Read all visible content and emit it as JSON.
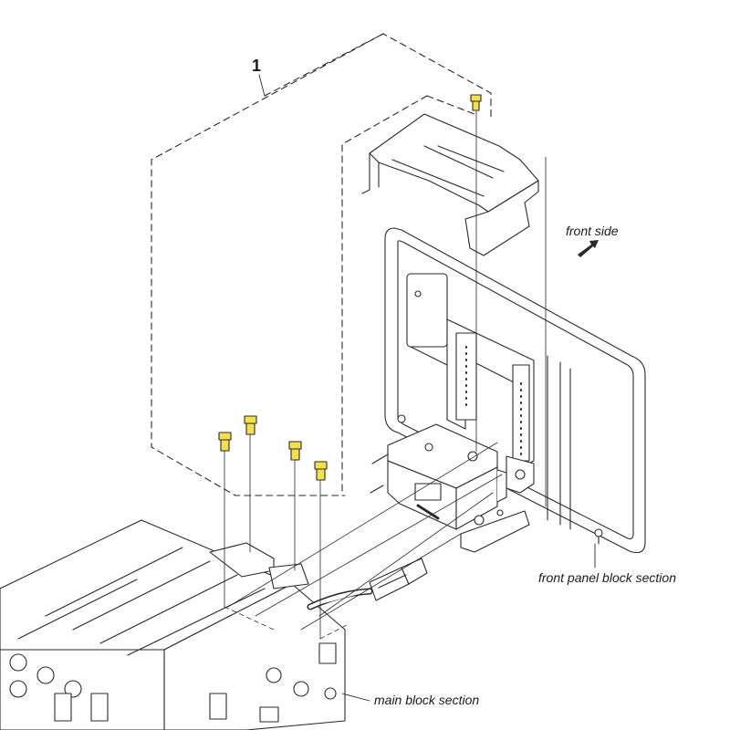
{
  "diagram": {
    "part_number": "1",
    "labels": {
      "front_side": "front side",
      "front_panel_block": "front panel block section",
      "main_block": "main block section"
    },
    "colors": {
      "line": "#2a2a2a",
      "screw": "#f4e04d",
      "background": "#ffffff"
    }
  }
}
